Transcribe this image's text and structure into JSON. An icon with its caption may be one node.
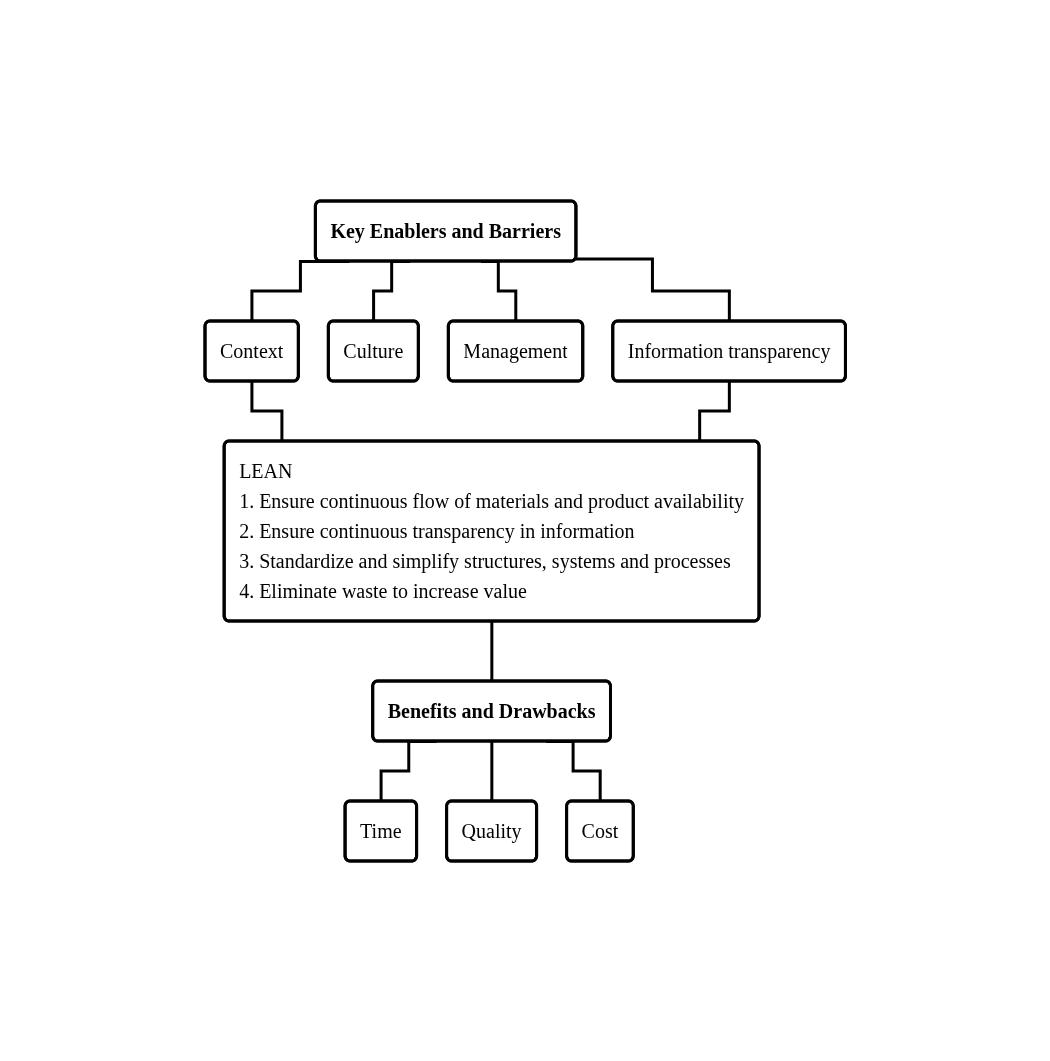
{
  "diagram": {
    "nodes": [
      {
        "text": [
          "Key Enablers and Barriers"
        ]
      },
      {
        "text": [
          "Context"
        ]
      },
      {
        "text": [
          "Culture"
        ]
      },
      {
        "text": [
          "Management"
        ]
      },
      {
        "text": [
          "Information transparency"
        ]
      },
      {
        "text": [
          "LEAN",
          "1. Ensure continuous flow of materials and product availability",
          "2. Ensure continuous transparency in information",
          "3. Standardize and simplify structures, systems and processes",
          "4. Eliminate waste to increase value"
        ]
      },
      {
        "text": [
          "Benefits and Drawbacks"
        ]
      },
      {
        "text": [
          "Time"
        ]
      },
      {
        "text": [
          "Quality"
        ]
      },
      {
        "text": [
          "Cost"
        ]
      }
    ],
    "edges": [
      {
        "from": 0,
        "to": 1,
        "arrow": "none"
      },
      {
        "from": 0,
        "to": 2,
        "arrow": "none"
      },
      {
        "from": 0,
        "to": 3,
        "arrow": "none"
      },
      {
        "from": 0,
        "to": 4,
        "arrow": "none"
      },
      {
        "from": 1,
        "to": 5,
        "arrow": "none"
      },
      {
        "from": 4,
        "to": 5,
        "arrow": "none"
      },
      {
        "from": 5,
        "to": 6,
        "arrow": "none"
      },
      {
        "from": 6,
        "to": 7,
        "arrow": "none"
      },
      {
        "from": 6,
        "to": 8,
        "arrow": "none"
      },
      {
        "from": 6,
        "to": 9,
        "arrow": "none"
      }
    ]
  }
}
